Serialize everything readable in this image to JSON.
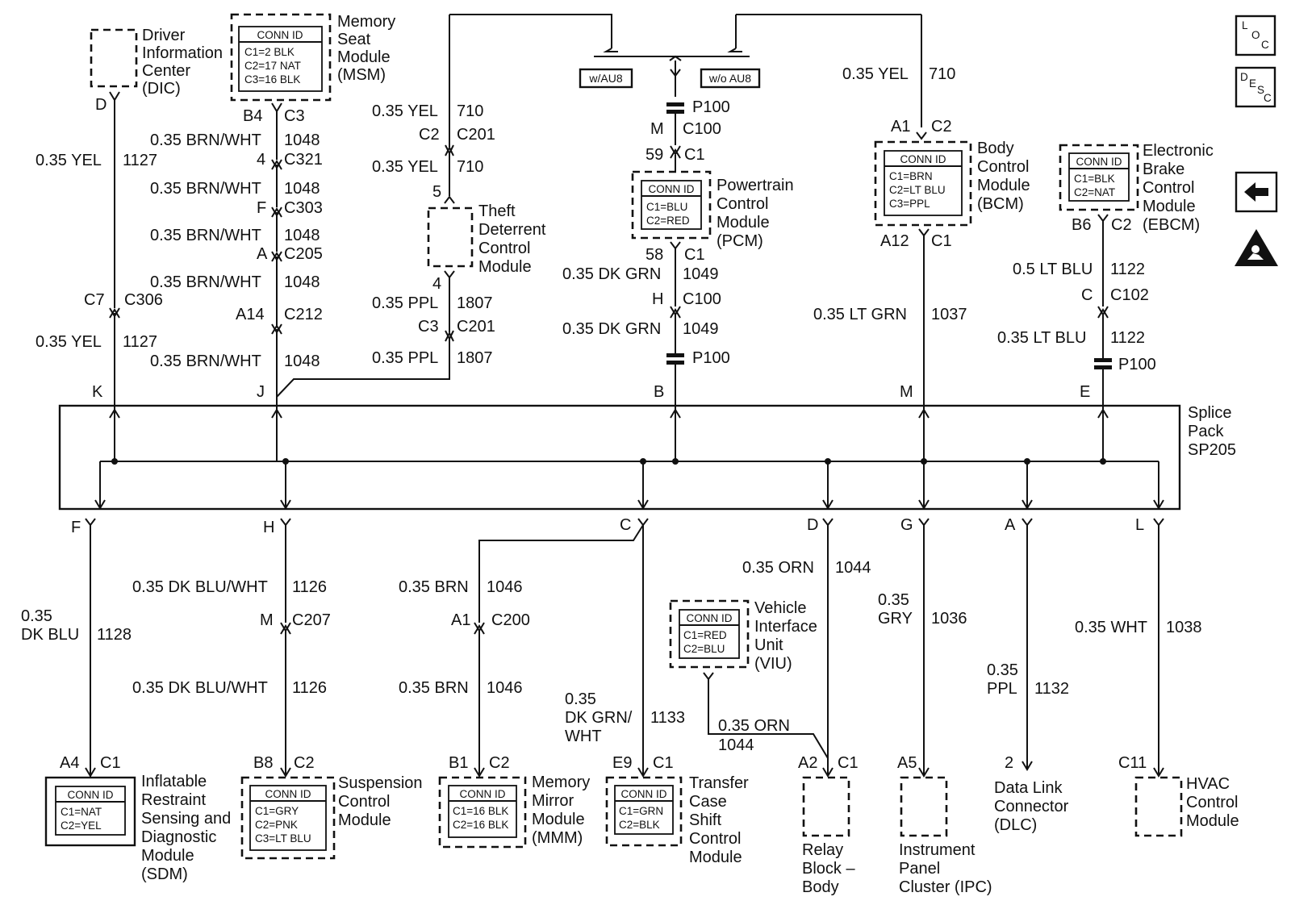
{
  "nav": {
    "loc_label": [
      "L",
      "O",
      "C"
    ],
    "desc_label": [
      "D",
      "E",
      "S",
      "C"
    ]
  },
  "splice": {
    "name": [
      "Splice",
      "Pack",
      "SP205"
    ]
  },
  "conn_id": "CONN ID",
  "modules": {
    "dic": {
      "name": [
        "Driver",
        "Information",
        "Center",
        "(DIC)"
      ],
      "pin": "D"
    },
    "msm": {
      "name": [
        "Memory",
        "Seat",
        "Module",
        "(MSM)"
      ],
      "conn": [
        "C1=2 BLK",
        "C2=17 NAT",
        "C3=16 BLK"
      ],
      "pin": "B4",
      "conn_num": "C3"
    },
    "tdcm": {
      "name": [
        "Theft",
        "Deterrent",
        "Control",
        "Module"
      ],
      "pin_top": "5",
      "pin_bottom": "4"
    },
    "pcm": {
      "name": [
        "Powertrain",
        "Control",
        "Module",
        "(PCM)"
      ],
      "conn": [
        "C1=BLU",
        "C2=RED"
      ],
      "pin_top": "59",
      "conn_top": "C1",
      "pin_bottom": "58",
      "conn_bottom": "C1"
    },
    "bcm": {
      "name": [
        "Body",
        "Control",
        "Module",
        "(BCM)"
      ],
      "conn": [
        "C1=BRN",
        "C2=LT BLU",
        "C3=PPL"
      ],
      "pin_top": "A1",
      "conn_top": "C2",
      "pin_bottom": "A12",
      "conn_bottom": "C1"
    },
    "ebcm": {
      "name": [
        "Electronic",
        "Brake",
        "Control",
        "Module",
        "(EBCM)"
      ],
      "conn": [
        "C1=BLK",
        "C2=NAT"
      ],
      "pin": "B6",
      "conn_num": "C2"
    },
    "sdm": {
      "name": [
        "Inflatable",
        "Restraint",
        "Sensing and",
        "Diagnostic",
        "Module",
        "(SDM)"
      ],
      "conn": [
        "C1=NAT",
        "C2=YEL"
      ],
      "pin": "A4",
      "conn_num": "C1"
    },
    "scm": {
      "name": [
        "Suspension",
        "Control",
        "Module"
      ],
      "conn": [
        "C1=GRY",
        "C2=PNK",
        "C3=LT BLU"
      ],
      "pin": "B8",
      "conn_num": "C2"
    },
    "mmm": {
      "name": [
        "Memory",
        "Mirror",
        "Module",
        "(MMM)"
      ],
      "conn": [
        "C1=16 BLK",
        "C2=16 BLK"
      ],
      "pin": "B1",
      "conn_num": "C2"
    },
    "tcscm": {
      "name": [
        "Transfer",
        "Case",
        "Shift",
        "Control",
        "Module"
      ],
      "conn": [
        "C1=GRN",
        "C2=BLK"
      ],
      "pin": "E9",
      "conn_num": "C1"
    },
    "viu": {
      "name": [
        "Vehicle",
        "Interface",
        "Unit",
        "(VIU)"
      ],
      "conn": [
        "C1=RED",
        "C2=BLU"
      ]
    },
    "rbb": {
      "name": [
        "Relay",
        "Block –",
        "Body"
      ],
      "pin": "A2",
      "conn_num": "C1"
    },
    "ipc": {
      "name": [
        "Instrument",
        "Panel",
        "Cluster (IPC)"
      ],
      "pin": "A5"
    },
    "dlc": {
      "name": [
        "Data Link",
        "Connector",
        "(DLC)"
      ],
      "pin": "2"
    },
    "hvac": {
      "name": [
        "HVAC",
        "Control",
        "Module"
      ],
      "pin": "C11"
    }
  },
  "options": {
    "with": "w/AU8",
    "without": "w/o AU8"
  },
  "splice_pins_top": [
    "K",
    "J",
    "B",
    "M",
    "E"
  ],
  "splice_pins_bottom": [
    "F",
    "H",
    "C",
    "D",
    "G",
    "A",
    "L"
  ],
  "wires": {
    "dic_top": {
      "gauge": "0.35 YEL",
      "circuit": "1127"
    },
    "dic_bottom": {
      "gauge": "0.35 YEL",
      "circuit": "1127"
    },
    "c306": {
      "pin": "C7",
      "conn": "C306"
    },
    "msm_1": {
      "gauge": "0.35 BRN/WHT",
      "circuit": "1048"
    },
    "c321": {
      "pin": "4",
      "conn": "C321"
    },
    "msm_2": {
      "gauge": "0.35 BRN/WHT",
      "circuit": "1048"
    },
    "c303": {
      "pin": "F",
      "conn": "C303"
    },
    "msm_3": {
      "gauge": "0.35 BRN/WHT",
      "circuit": "1048"
    },
    "c205": {
      "pin": "A",
      "conn": "C205"
    },
    "msm_4": {
      "gauge": "0.35 BRN/WHT",
      "circuit": "1048"
    },
    "c212": {
      "pin": "A14",
      "conn": "C212"
    },
    "msm_5": {
      "gauge": "0.35 BRN/WHT",
      "circuit": "1048"
    },
    "tdcm_top1": {
      "gauge": "0.35 YEL",
      "circuit": "710"
    },
    "c201_top": {
      "pin": "C2",
      "conn": "C201"
    },
    "tdcm_top2": {
      "gauge": "0.35 YEL",
      "circuit": "710"
    },
    "tdcm_b1": {
      "gauge": "0.35 PPL",
      "circuit": "1807"
    },
    "c201_bot": {
      "pin": "C3",
      "conn": "C201"
    },
    "tdcm_b2": {
      "gauge": "0.35 PPL",
      "circuit": "1807"
    },
    "p100_top": "P100",
    "c100_top": {
      "pin": "M",
      "conn": "C100"
    },
    "pcm_b1": {
      "gauge": "0.35 DK GRN",
      "circuit": "1049"
    },
    "c100_bot": {
      "pin": "H",
      "conn": "C100"
    },
    "pcm_b2": {
      "gauge": "0.35 DK GRN",
      "circuit": "1049"
    },
    "p100_mid": "P100",
    "bcm_top": {
      "gauge": "0.35 YEL",
      "circuit": "710"
    },
    "bcm_bot": {
      "gauge": "0.35 LT GRN",
      "circuit": "1037"
    },
    "ebcm_1": {
      "gauge": "0.5 LT BLU",
      "circuit": "1122"
    },
    "c102": {
      "pin": "C",
      "conn": "C102"
    },
    "ebcm_2": {
      "gauge": "0.35 LT BLU",
      "circuit": "1122"
    },
    "p100_right": "P100",
    "sdm": {
      "gauge": [
        "0.35",
        "DK BLU"
      ],
      "circuit": "1128"
    },
    "scm_1": {
      "gauge": "0.35 DK BLU/WHT",
      "circuit": "1126"
    },
    "c207": {
      "pin": "M",
      "conn": "C207"
    },
    "scm_2": {
      "gauge": "0.35 DK BLU/WHT",
      "circuit": "1126"
    },
    "mmm_1": {
      "gauge": "0.35 BRN",
      "circuit": "1046"
    },
    "c200": {
      "pin": "A1",
      "conn": "C200"
    },
    "mmm_2": {
      "gauge": "0.35 BRN",
      "circuit": "1046"
    },
    "tcscm": {
      "gauge": [
        "0.35",
        "DK GRN/",
        "WHT"
      ],
      "circuit": "1133"
    },
    "rbb": {
      "gauge": "0.35 ORN",
      "circuit": "1044"
    },
    "viu": {
      "gauge": "0.35 ORN",
      "circuit": "1044"
    },
    "ipc": {
      "gauge": [
        "0.35",
        "GRY"
      ],
      "circuit": "1036"
    },
    "dlc": {
      "gauge": [
        "0.35",
        "PPL"
      ],
      "circuit": "1132"
    },
    "hvac": {
      "gauge": "0.35 WHT",
      "circuit": "1038"
    }
  }
}
